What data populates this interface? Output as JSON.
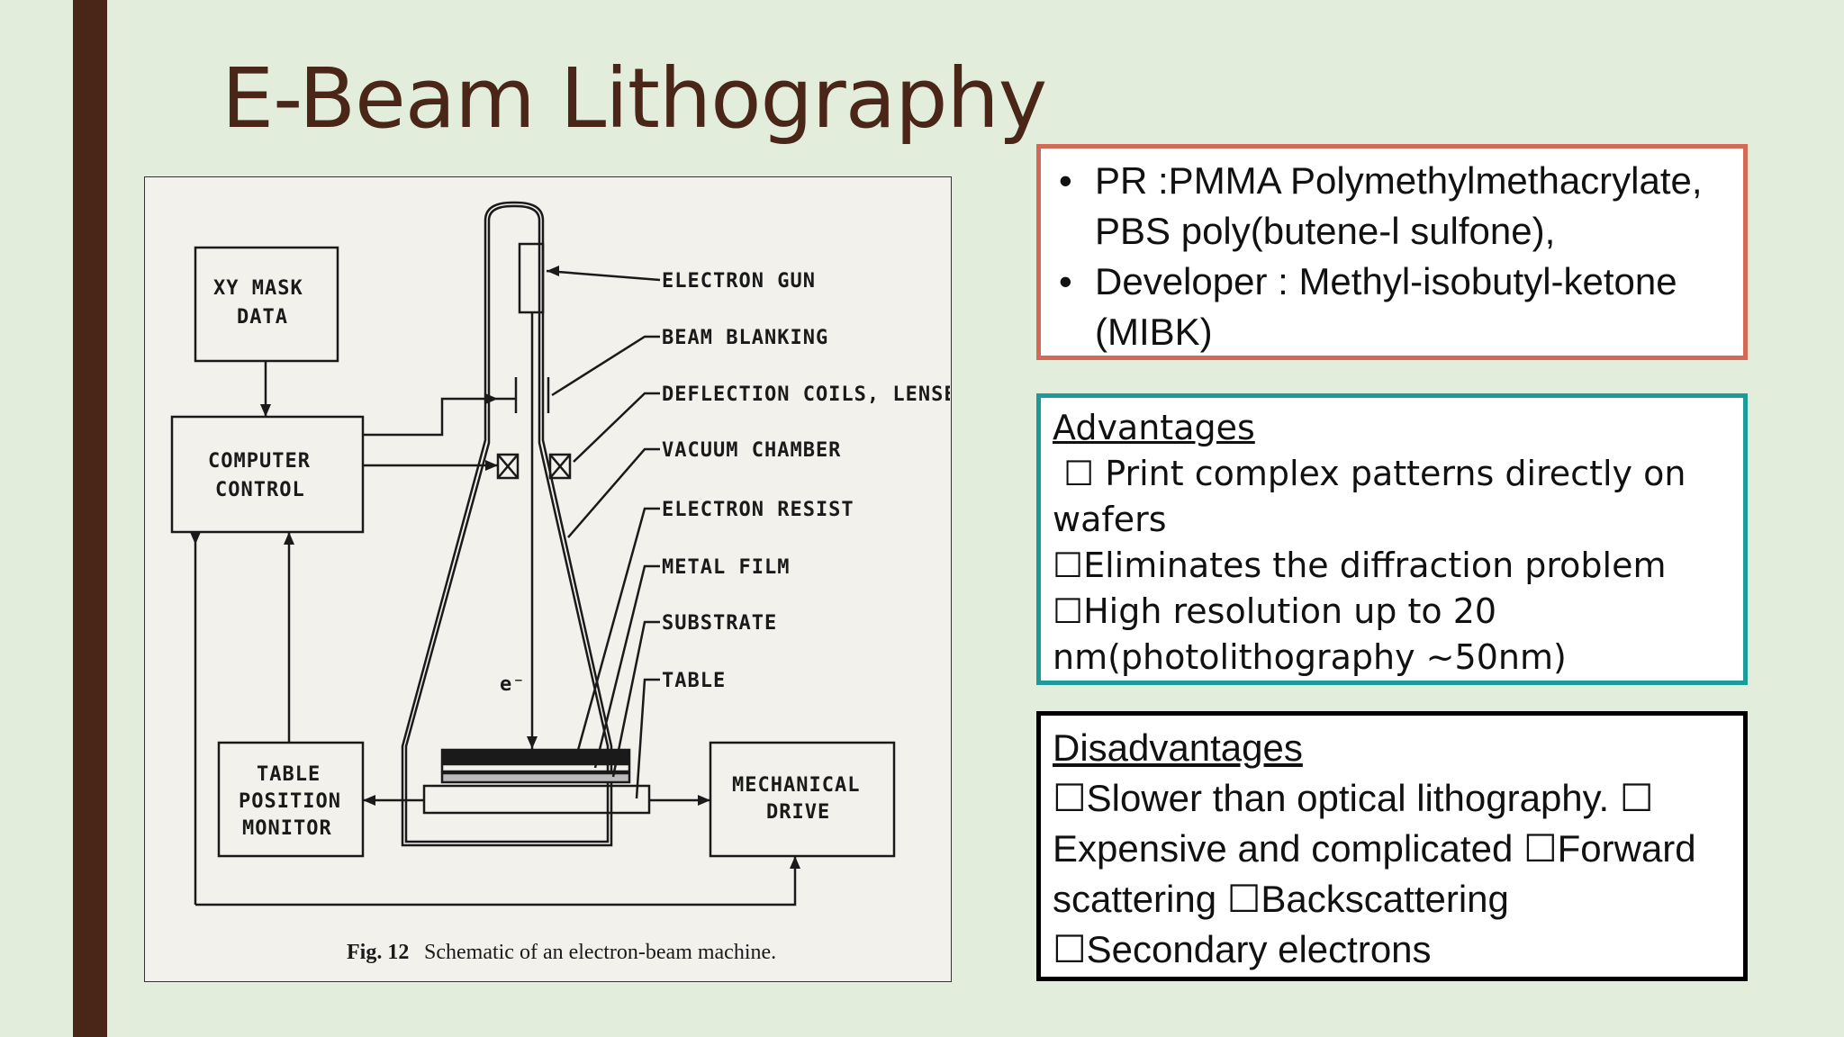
{
  "slide": {
    "title": "E-Beam Lithography"
  },
  "figure": {
    "labels": {
      "xy_mask_line1": "XY MASK",
      "xy_mask_line2": "DATA",
      "computer_line1": "COMPUTER",
      "computer_line2": "CONTROL",
      "table_line1": "TABLE",
      "table_line2": "POSITION",
      "table_line3": "MONITOR",
      "mech_line1": "MECHANICAL",
      "mech_line2": "DRIVE",
      "electron_gun": "ELECTRON GUN",
      "beam_blanking": "BEAM BLANKING",
      "deflection": "DEFLECTION COILS, LENSES",
      "vacuum": "VACUUM CHAMBER",
      "resist": "ELECTRON RESIST",
      "metal_film": "METAL FILM",
      "substrate": "SUBSTRATE",
      "table": "TABLE",
      "electron": "e⁻"
    },
    "caption_bold": "Fig. 12",
    "caption": "Schematic of an electron-beam machine."
  },
  "pr_box": {
    "bullet1_line1": "PR :PMMA Polymethylmethacrylate,",
    "bullet1_line2": "PBS poly(butene-l sulfone),",
    "bullet2_line1": "Developer : Methyl-isobutyl-ketone",
    "bullet2_line2": "(MIBK)"
  },
  "advantages": {
    "heading": "Advantages",
    "line1": " ☐ Print complex patterns directly on",
    "line2": "wafers",
    "line3": "☐Eliminates the diffraction problem",
    "line4": "☐High resolution up to 20",
    "line5": "nm(photolithography ~50nm)"
  },
  "disadvantages": {
    "heading": "Disadvantages",
    "line1": "☐Slower than optical lithography. ☐",
    "line2": "Expensive and complicated ☐Forward",
    "line3": "scattering ☐Backscattering",
    "line4": "☐Secondary electrons"
  },
  "colors": {
    "accent_bar": "#4a2619",
    "pr_border": "#d36a58",
    "adv_border": "#1d9a9a",
    "dis_border": "#000000",
    "background": "#e3eddc"
  }
}
